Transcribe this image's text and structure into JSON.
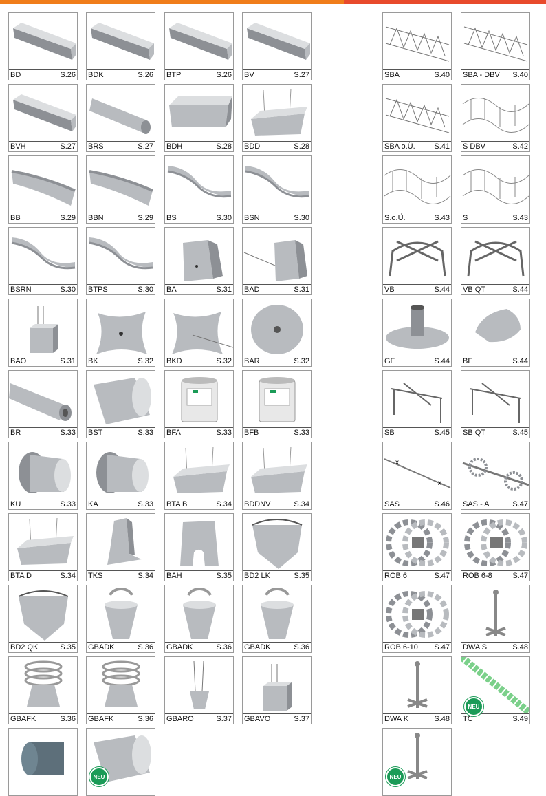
{
  "colors": {
    "bar_left": "#f07d1a",
    "bar_right": "#e84a2c",
    "product_grey": "#b8bbbf",
    "neu_green": "#1b9b57"
  },
  "left_grid": [
    [
      {
        "code": "BD",
        "page": "S.26",
        "icon": "bar-profile-icon"
      },
      {
        "code": "BDK",
        "page": "S.26",
        "icon": "bar-profile-icon"
      },
      {
        "code": "BTP",
        "page": "S.26",
        "icon": "bar-profile-icon"
      },
      {
        "code": "BV",
        "page": "S.27",
        "icon": "bar-profile-icon"
      }
    ],
    [
      {
        "code": "BVH",
        "page": "S.27",
        "icon": "bar-profile-icon"
      },
      {
        "code": "BRS",
        "page": "S.27",
        "icon": "round-bar-icon"
      },
      {
        "code": "BDH",
        "page": "S.28",
        "icon": "block-spacer-icon"
      },
      {
        "code": "BDD",
        "page": "S.28",
        "icon": "block-wire-spacer-icon"
      }
    ],
    [
      {
        "code": "BB",
        "page": "S.29",
        "icon": "curved-profile-icon"
      },
      {
        "code": "BBN",
        "page": "S.29",
        "icon": "curved-profile-icon"
      },
      {
        "code": "BS",
        "page": "S.30",
        "icon": "wavy-profile-icon"
      },
      {
        "code": "BSN",
        "page": "S.30",
        "icon": "wavy-profile-icon"
      }
    ],
    [
      {
        "code": "BSRN",
        "page": "S.30",
        "icon": "wavy-profile-icon"
      },
      {
        "code": "BTPS",
        "page": "S.30",
        "icon": "wavy-profile-icon"
      },
      {
        "code": "BA",
        "page": "S.31",
        "icon": "tapered-block-icon"
      },
      {
        "code": "BAD",
        "page": "S.31",
        "icon": "tapered-block-wire-icon"
      }
    ],
    [
      {
        "code": "BAO",
        "page": "S.31",
        "icon": "cube-wire-icon"
      },
      {
        "code": "BK",
        "page": "S.32",
        "icon": "cross-spacer-icon"
      },
      {
        "code": "BKD",
        "page": "S.32",
        "icon": "cross-spacer-wire-icon"
      },
      {
        "code": "BAR",
        "page": "S.32",
        "icon": "disc-spacer-icon"
      }
    ],
    [
      {
        "code": "BR",
        "page": "S.33",
        "icon": "tube-icon"
      },
      {
        "code": "BST",
        "page": "S.33",
        "icon": "cylinder-icon"
      },
      {
        "code": "BFA",
        "page": "S.33",
        "icon": "paint-can-icon"
      },
      {
        "code": "BFB",
        "page": "S.33",
        "icon": "paint-can-icon"
      }
    ],
    [
      {
        "code": "KU",
        "page": "S.33",
        "icon": "flange-tube-icon"
      },
      {
        "code": "KA",
        "page": "S.33",
        "icon": "flange-tube-icon"
      },
      {
        "code": "BTA B",
        "page": "S.34",
        "icon": "block-wire-spacer-icon"
      },
      {
        "code": "BDDNV",
        "page": "S.34",
        "icon": "block-wire-spacer-icon"
      }
    ],
    [
      {
        "code": "BTA D",
        "page": "S.34",
        "icon": "block-wire-spacer-icon"
      },
      {
        "code": "TKS",
        "page": "S.34",
        "icon": "chair-spacer-icon"
      },
      {
        "code": "BAH",
        "page": "S.35",
        "icon": "arch-block-icon"
      },
      {
        "code": "BD2 LK",
        "page": "S.35",
        "icon": "wedge-block-icon"
      }
    ],
    [
      {
        "code": "BD2 QK",
        "page": "S.35",
        "icon": "wedge-block-icon"
      },
      {
        "code": "GBADK",
        "page": "S.36",
        "icon": "cone-spacer-icon"
      },
      {
        "code": "GBADK",
        "page": "S.36",
        "icon": "cone-spacer-icon"
      },
      {
        "code": "GBADK",
        "page": "S.36",
        "icon": "cone-spacer-icon"
      }
    ],
    [
      {
        "code": "GBAFK",
        "page": "S.36",
        "icon": "ribbed-spacer-icon"
      },
      {
        "code": "GBAFK",
        "page": "S.36",
        "icon": "ribbed-spacer-icon"
      },
      {
        "code": "GBARO",
        "page": "S.37",
        "icon": "cone-wire-icon"
      },
      {
        "code": "GBAVO",
        "page": "S.37",
        "icon": "cube-wire-icon"
      }
    ]
  ],
  "right_grid": [
    [
      {
        "code": "SBA",
        "page": "S.40",
        "icon": "lattice-girder-icon"
      },
      {
        "code": "SBA - DBV",
        "page": "S.40",
        "icon": "lattice-girder-icon"
      }
    ],
    [
      {
        "code": "SBA o.Ü.",
        "page": "S.41",
        "icon": "lattice-girder-icon"
      },
      {
        "code": "S DBV",
        "page": "S.42",
        "icon": "wave-wire-icon"
      }
    ],
    [
      {
        "code": "S.o.Ü.",
        "page": "S.43",
        "icon": "wave-wire-icon"
      },
      {
        "code": "S",
        "page": "S.43",
        "icon": "wave-wire-icon"
      }
    ],
    [
      {
        "code": "VB",
        "page": "S.44",
        "icon": "wire-chair-icon"
      },
      {
        "code": "VB QT",
        "page": "S.44",
        "icon": "wire-chair-icon"
      }
    ],
    [
      {
        "code": "GF",
        "page": "S.44",
        "icon": "round-base-icon"
      },
      {
        "code": "BF",
        "page": "S.44",
        "icon": "cone-foot-icon"
      }
    ],
    [
      {
        "code": "SB",
        "page": "S.45",
        "icon": "wire-spider-icon"
      },
      {
        "code": "SB QT",
        "page": "S.45",
        "icon": "wire-spider-icon"
      }
    ],
    [
      {
        "code": "SAS",
        "page": "S.46",
        "icon": "wire-rod-icon"
      },
      {
        "code": "SAS - A",
        "page": "S.47",
        "icon": "rod-wheels-icon"
      }
    ],
    [
      {
        "code": "ROB 6",
        "page": "S.47",
        "icon": "wheel-spacer-icon"
      },
      {
        "code": "ROB 6-8",
        "page": "S.47",
        "icon": "wheel-spacer-icon"
      }
    ],
    [
      {
        "code": "ROB 6-10",
        "page": "S.47",
        "icon": "wheel-spacer-icon"
      },
      {
        "code": "DWA S",
        "page": "S.48",
        "icon": "anchor-pin-icon"
      }
    ],
    [
      {
        "code": "DWA K",
        "page": "S.48",
        "icon": "anchor-pin-icon"
      },
      {
        "code": "TC",
        "page": "S.49",
        "icon": "green-rod-icon",
        "badge": "NEU"
      }
    ]
  ],
  "partial_row_left": [
    {
      "icon": "cap-icon"
    },
    {
      "icon": "cylinder-icon",
      "badge": "NEU"
    }
  ],
  "partial_row_right": [
    {
      "icon": "anchor-pin-icon",
      "badge": "NEU"
    }
  ]
}
